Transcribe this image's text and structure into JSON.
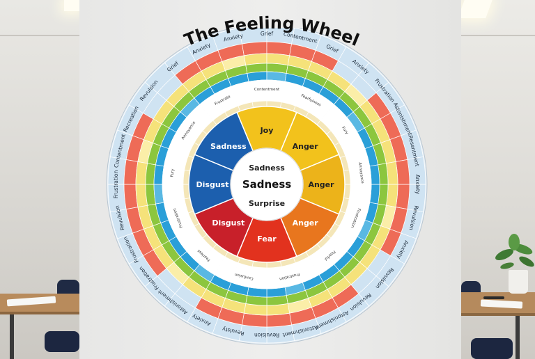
{
  "title": "The Feeling Wheel",
  "center": {
    "top": "Sadness",
    "middle": "Sadness",
    "bottom": "Surprise"
  },
  "inner_ring": [
    {
      "label": "Joy",
      "color": "#f2c21c"
    },
    {
      "label": "Anger",
      "color": "#f2c21c"
    },
    {
      "label": "Anger",
      "color": "#ecb31a"
    },
    {
      "label": "Anger",
      "color": "#e8761e"
    },
    {
      "label": "Fear",
      "color": "#e2321e"
    },
    {
      "label": "Disgust",
      "color": "#c8202a"
    },
    {
      "label": "Disgust",
      "color": "#1c5fae"
    },
    {
      "label": "Sadness",
      "color": "#1c5fae"
    }
  ],
  "middle_ring_labels": [
    "Contentment",
    "Fearfulness",
    "Fury",
    "Annoyance",
    "Frustration",
    "Fearful",
    "Frustration",
    "Confusion",
    "Fearless",
    "Frustration",
    "Fury",
    "Annoyance",
    "Frustrate"
  ],
  "outer_ring_labels": [
    "Grief",
    "Contentment",
    "Grief",
    "Anxiety",
    "Frustration",
    "Astonishment",
    "Resentment",
    "Anxiety",
    "Revulsion",
    "Anxiety",
    "Revulsion",
    "Revulsion",
    "Astonishment",
    "Astonishment",
    "Revulsion",
    "Revulsty",
    "Anxiety",
    "Astonishment",
    "Frustration",
    "Frustration",
    "Revulsion",
    "Frustration",
    "Contentment",
    "Recreation",
    "Revulsion",
    "Grief",
    "Anxiety",
    "Anxiety"
  ],
  "ring_colors": {
    "outer": "#cfe3f2",
    "band_red": "#ee6b57",
    "band_yellow": "#f5e27a",
    "band_green": "#8cc63e",
    "band_blue": "#2a9fd8",
    "band_white": "#ffffff"
  }
}
